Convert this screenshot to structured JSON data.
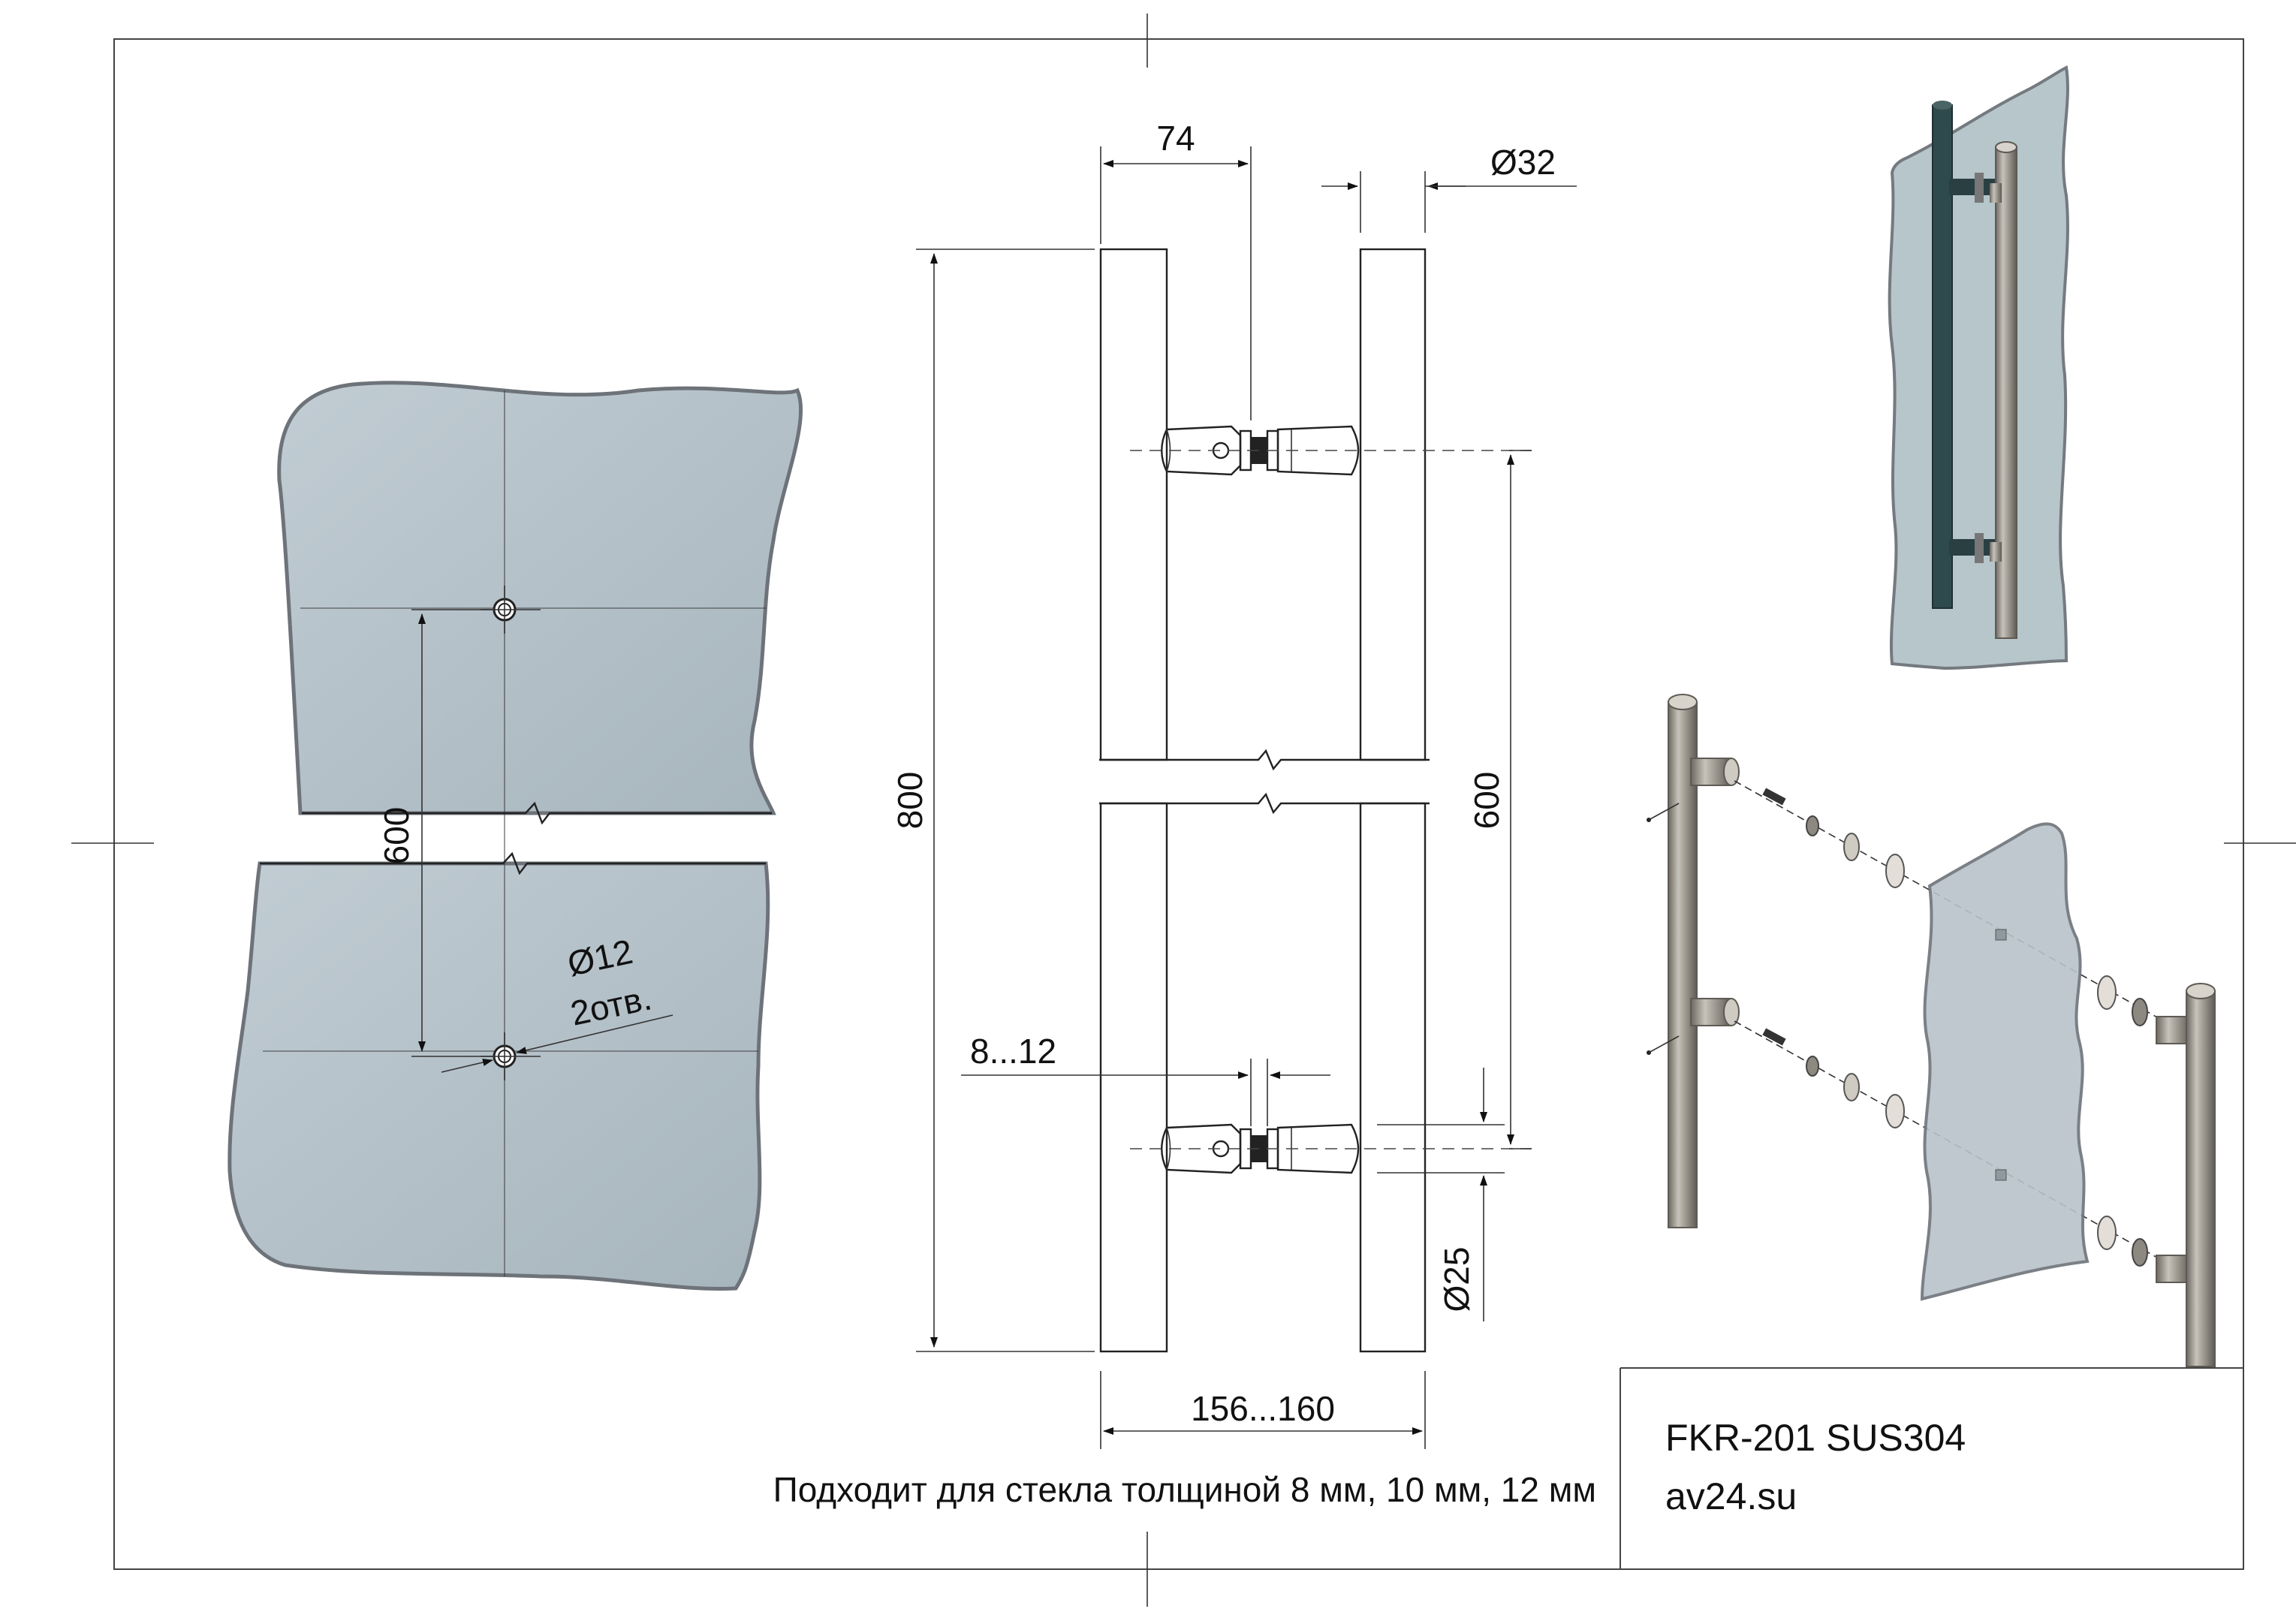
{
  "colors": {
    "glass": "#b8c4cc",
    "glass_edge": "#6d7379",
    "glass_tinted": "#a9bcc2",
    "steel": "#9a958d",
    "steel_dark": "#5e5a55",
    "dark_bar": "#2f4a4c",
    "line": "#222222"
  },
  "glass_view": {
    "hole_distance": "600",
    "hole_diameter": "Ø12",
    "hole_count": "2отв."
  },
  "handle_view": {
    "offset": "74",
    "tube_diameter": "Ø32",
    "total_length": "800",
    "center_distance": "600",
    "glass_thickness": "8...12",
    "standoff_diameter": "Ø25",
    "overall_depth": "156...160"
  },
  "note": "Подходит для стекла толщиной 8 мм, 10 мм, 12 мм",
  "title_block": {
    "model": "FKR-201 SUS304",
    "site": "av24.su"
  },
  "icons": [
    "assembled-handle-iso-icon",
    "exploded-handle-iso-icon"
  ]
}
